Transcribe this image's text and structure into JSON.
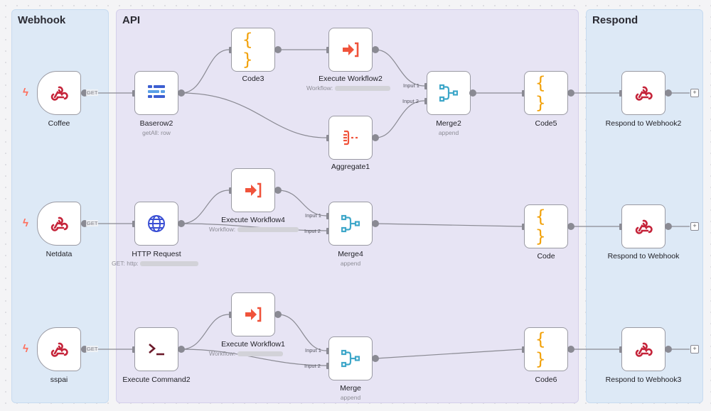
{
  "groups": {
    "webhook": "Webhook",
    "api": "API",
    "respond": "Respond"
  },
  "nodes": {
    "coffee": {
      "label": "Coffee",
      "icon": "webhook-icon"
    },
    "netdata": {
      "label": "Netdata",
      "icon": "webhook-icon"
    },
    "sspai": {
      "label": "sspai",
      "icon": "webhook-icon"
    },
    "baserow2": {
      "label": "Baserow2",
      "sub": "getAll: row",
      "icon": "baserow-icon"
    },
    "http_request": {
      "label": "HTTP Request",
      "sub": "GET: http:",
      "icon": "globe-icon"
    },
    "execute_command2": {
      "label": "Execute Command2",
      "icon": "terminal-icon"
    },
    "code3": {
      "label": "Code3",
      "icon": "code-braces-icon"
    },
    "execute_workflow2": {
      "label": "Execute Workflow2",
      "sub": "Workflow:",
      "icon": "execute-workflow-icon"
    },
    "aggregate1": {
      "label": "Aggregate1",
      "icon": "aggregate-icon"
    },
    "execute_workflow4": {
      "label": "Execute Workflow4",
      "sub": "Workflow:",
      "icon": "execute-workflow-icon"
    },
    "execute_workflow1": {
      "label": "Execute Workflow1",
      "sub": "Workflow:",
      "icon": "execute-workflow-icon"
    },
    "merge2": {
      "label": "Merge2",
      "sub": "append",
      "icon": "merge-icon"
    },
    "merge4": {
      "label": "Merge4",
      "sub": "append",
      "icon": "merge-icon"
    },
    "merge": {
      "label": "Merge",
      "sub": "append",
      "icon": "merge-icon"
    },
    "code5": {
      "label": "Code5",
      "icon": "code-braces-icon"
    },
    "code": {
      "label": "Code",
      "icon": "code-braces-icon"
    },
    "code6": {
      "label": "Code6",
      "icon": "code-braces-icon"
    },
    "respond2": {
      "label": "Respond to Webhook2",
      "icon": "webhook-icon"
    },
    "respond": {
      "label": "Respond to Webhook",
      "icon": "webhook-icon"
    },
    "respond3": {
      "label": "Respond to Webhook3",
      "icon": "webhook-icon"
    }
  },
  "wire_labels": {
    "get": "GET"
  },
  "inputs": {
    "input1": "Input 1",
    "input2": "Input 2"
  },
  "colors": {
    "trigger_bolt": "#ff6d5a",
    "webhook_icon": "#c5243a",
    "code_icon": "#f2a20c",
    "execute_icon": "#f0533b",
    "merge_icon": "#3ea7c9",
    "baserow_icon": "#3c5fd1",
    "globe_icon": "#3a4fd4",
    "terminal_icon": "#6b1a2a"
  }
}
